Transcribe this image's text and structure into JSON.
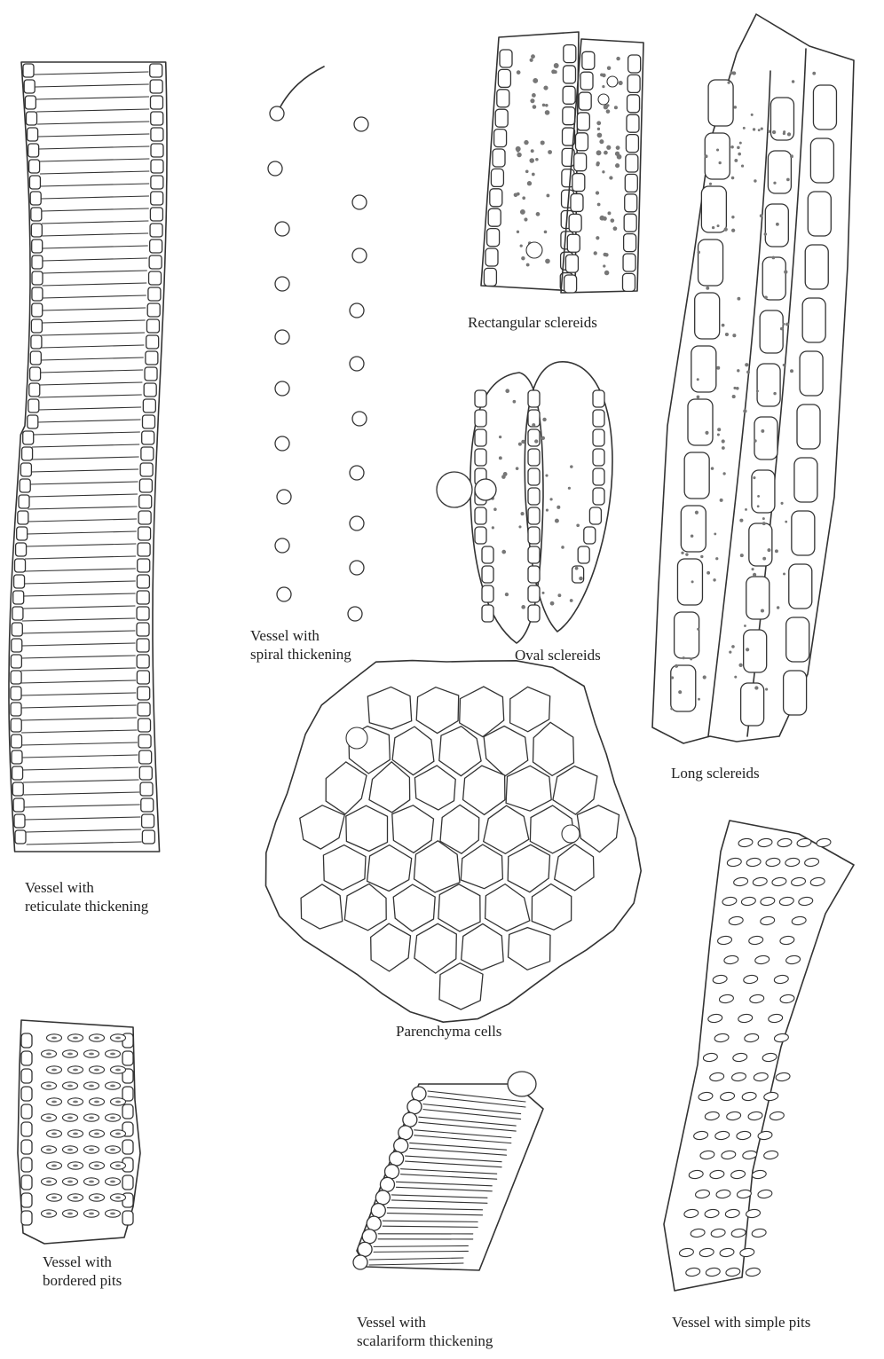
{
  "figure": {
    "labels": {
      "reticulate": [
        "Vessel with",
        "reticulate thickening"
      ],
      "spiral": [
        "Vessel with",
        "spiral thickening"
      ],
      "rectangular": [
        "Rectangular sclereids"
      ],
      "oval": [
        "Oval sclereids"
      ],
      "long": [
        "Long sclereids"
      ],
      "parenchyma": [
        "Parenchyma cells"
      ],
      "bordered": [
        "Vessel with",
        "bordered pits"
      ],
      "scalariform": [
        "Vessel with",
        "scalariform thickening"
      ],
      "simple": [
        "Vessel with simple pits"
      ]
    }
  }
}
